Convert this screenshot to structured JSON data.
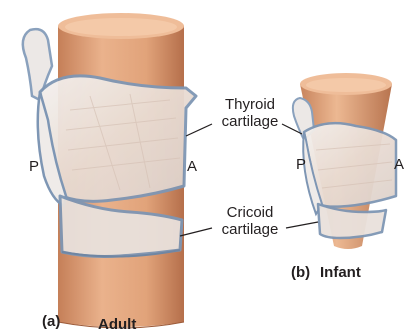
{
  "adult": {
    "panel_letter": "(a)",
    "caption": "Adult",
    "posterior": "P",
    "anterior": "A"
  },
  "infant": {
    "panel_letter": "(b)",
    "caption": "Infant",
    "posterior": "P",
    "anterior": "A"
  },
  "labels": {
    "thyroid_line1": "Thyroid",
    "thyroid_line2": "cartilage",
    "cricoid_line1": "Cricoid",
    "cricoid_line2": "cartilage"
  },
  "colors": {
    "airway": "#e0a57e",
    "airway_dark": "#a9633f",
    "cartilage": "#e8e4e2",
    "cartilage_edge": "#7e96b4"
  }
}
